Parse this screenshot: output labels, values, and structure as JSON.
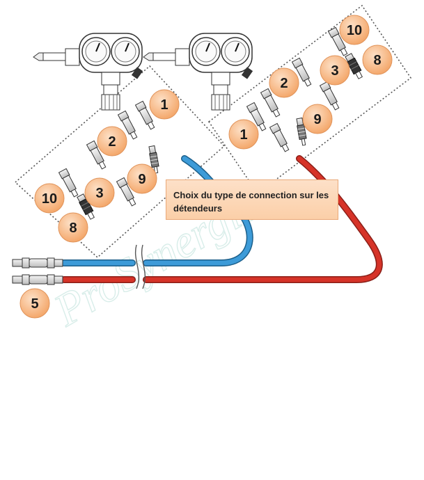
{
  "caption": "Choix du type de connection sur les détendeurs",
  "watermark": "ProSynergie",
  "badges": {
    "left_1": "1",
    "left_2": "2",
    "left_9": "9",
    "left_10": "10",
    "left_3": "3",
    "left_8": "8",
    "right_10": "10",
    "right_8": "8",
    "right_2": "2",
    "right_3": "3",
    "right_9": "9",
    "right_1": "1",
    "bottom_5": "5"
  },
  "colors": {
    "hose_blue": "#3d9bd8",
    "hose_red": "#d63328",
    "badge_fill": "#f7b885",
    "caption_bg": "#fbd2b0"
  }
}
